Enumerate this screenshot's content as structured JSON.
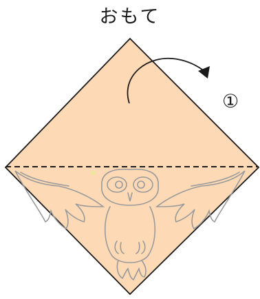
{
  "header": {
    "side_label": "おもて"
  },
  "instruction": {
    "step_marker": "①"
  },
  "colors": {
    "paper_fill": "#fdd9b5",
    "outline": "#1a1a1a",
    "owl_line": "#9a9a9a"
  },
  "icons": {
    "arrow": "curved-fold-arrow",
    "fold_line": "dashed-valley-fold-line",
    "illustration": "owl-icon"
  }
}
